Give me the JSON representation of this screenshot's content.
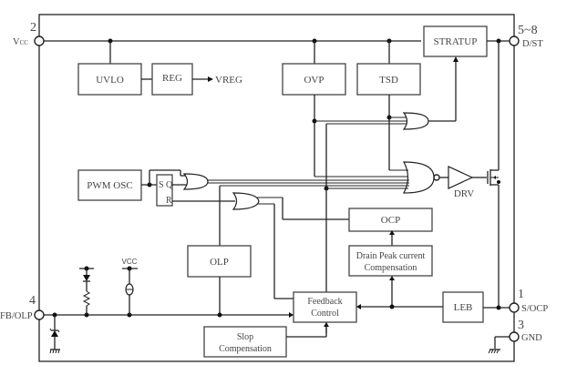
{
  "diagram": {
    "pins": {
      "vcc": {
        "number": "2",
        "name": "V",
        "sub": "CC"
      },
      "dst": {
        "number": "5~8",
        "name": "D/ST"
      },
      "fbolp": {
        "number": "4",
        "name": "FB/OLP"
      },
      "socp": {
        "number": "1",
        "name": "S/OCP"
      },
      "gnd": {
        "number": "3",
        "name": "GND"
      }
    },
    "blocks": {
      "uvlo": "UVLO",
      "reg": "REG",
      "vreg": "VREG",
      "ovp": "OVP",
      "tsd": "TSD",
      "startup": "STRATUP",
      "pwm_osc": "PWM OSC",
      "ff_s": "S",
      "ff_q": "Q",
      "ff_r": "R",
      "drv": "DRV",
      "ocp": "OCP",
      "drain_peak_line1": "Drain Peak current",
      "drain_peak_line2": "Compensation",
      "olp": "OLP",
      "feedback_line1": "Feedback",
      "feedback_line2": "Control",
      "leb": "LEB",
      "slope_line1": "Slop",
      "slope_line2": "Compensation",
      "vcc_small": "VCC"
    }
  }
}
